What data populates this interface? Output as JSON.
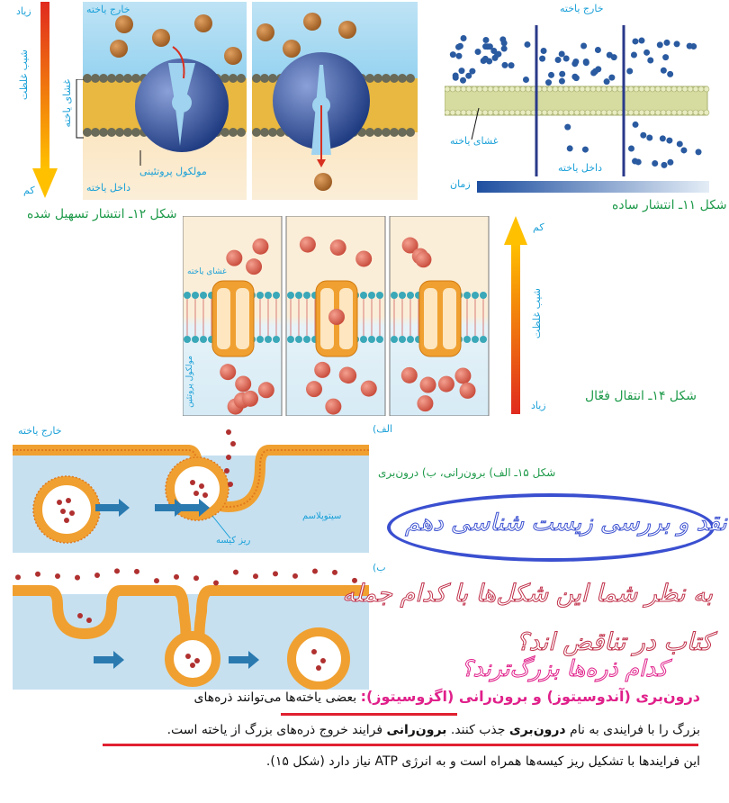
{
  "fig12": {
    "gradient_high": "زیاد",
    "gradient_label": "شیب غلظت",
    "gradient_low": "کم",
    "outside": "خارج یاخته",
    "membrane": "غشای یاخته",
    "protein": "مولکول پروتئینی",
    "inside": "داخل یاخته",
    "caption": "شکل ۱۲ـ انتشار تسهیل شده"
  },
  "fig11": {
    "outside": "خارج یاخته",
    "membrane": "غشای یاخته",
    "inside": "داخل یاخته",
    "time": "زمان",
    "caption": "شکل ۱۱ـ انتشار ساده"
  },
  "fig14": {
    "membrane": "غشای یاخته",
    "protein": "مولکول پروتئین",
    "gradient_low": "کم",
    "gradient_label": "شیب غلظت",
    "gradient_high": "زیاد",
    "caption": "شکل ۱۴ـ انتقال فعّال"
  },
  "fig15": {
    "part_a": "الف)",
    "part_b": "ب)",
    "outside": "خارج یاخته",
    "cytoplasm": "سیتوپلاسم",
    "vesicle": "ریز کیسه",
    "caption": "شکل ۱۵ـ الف) برون‌رانی، ب) درون‌بری"
  },
  "annotations": {
    "watermark": "نقد و بررسی زیست شناسی دهم",
    "question_line1": "به نظر شما این شکل‌ها با کدام جمله",
    "question_line2": "کتاب در تناقض اند؟",
    "question_line3": "کدام ذره‌ها بزرگ‌ترند؟"
  },
  "paragraph": {
    "heading": "درون‌بری (آندوسیتوز) و برون‌رانی (اگزوسیتوز):",
    "line1_rest": " بعضی یاخته‌ها می‌توانند ذره‌های",
    "line2_a": "بزرگ را با فرایندی به نام ",
    "line2_b": "درون‌بری",
    "line2_c": " جذب کنند. ",
    "line2_d": "برون‌رانی",
    "line2_e": " فرایند خروج ذره‌های بزرگ از یاخته است.",
    "line3": "این فرایندها با تشکیل ریز کیسه‌ها همراه است و به انرژی ATP نیاز دارد (شکل ۱۵)."
  },
  "colors": {
    "heading": "#e0208a",
    "caption": "#1e9a4a",
    "label": "#1aa0d8",
    "underline": "#e02030",
    "oval": "#3a4fd0"
  }
}
